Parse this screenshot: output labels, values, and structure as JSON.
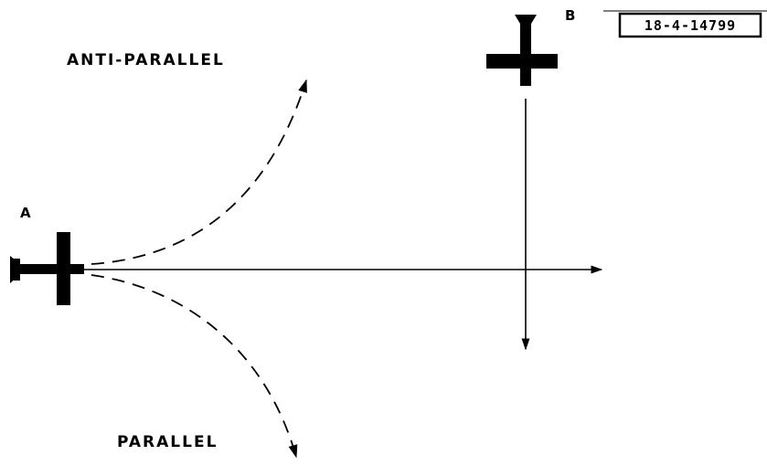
{
  "figure_ref": "18-4-14799",
  "aircraft": {
    "a": {
      "label": "A",
      "icon": "airplane-icon"
    },
    "b": {
      "label": "B",
      "icon": "airplane-icon"
    }
  },
  "paths": {
    "anti_parallel": {
      "label": "ANTI-PARALLEL"
    },
    "parallel": {
      "label": "PARALLEL"
    }
  },
  "colors": {
    "ink": "#000000",
    "background": "#ffffff"
  }
}
